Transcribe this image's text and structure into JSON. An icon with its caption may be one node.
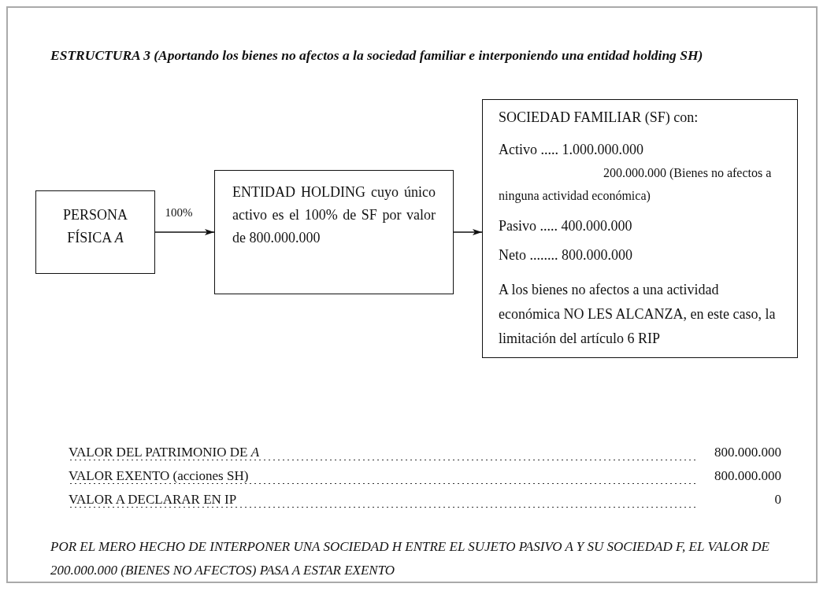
{
  "diagram": {
    "title": "ESTRUCTURA 3 (Aportando los bienes no afectos a la sociedad familiar e interponiendo una entidad holding SH)",
    "nodes": [
      {
        "text": [
          "PERSONA FÍSICA *A*"
        ]
      },
      {
        "text": [
          "ENTIDAD HOLDING cuyo único activo es el 100% de SF por valor de 800.000.000"
        ]
      },
      {
        "text": [
          "SOCIEDAD FAMILIAR (SF) con:",
          "Activo ..... 1.000.000.000",
          "200.000.000 (Bienes no afectos a ninguna actividad económica)",
          "Pasivo ..... 400.000.000",
          "Neto ........ 800.000.000",
          "A los bienes no afectos a una actividad económica NO LES ALCANZA, en este caso, la limitación del artículo 6 RIP"
        ]
      }
    ],
    "edges": [
      {
        "from": 0,
        "to": 1,
        "arrow": "to",
        "label": "100%"
      },
      {
        "from": 1,
        "to": 2,
        "arrow": "to"
      }
    ],
    "labels": [
      "VALOR DEL PATRIMONIO DE *A*",
      "800.000.000",
      "VALOR EXENTO (acciones SH)",
      "800.000.000",
      "VALOR A DECLARAR EN IP",
      "0"
    ],
    "caption": "POR EL MERO HECHO DE INTERPONER UNA SOCIEDAD H ENTRE EL SUJETO PASIVO A Y SU SOCIEDAD F, EL VALOR DE 200.000.000 (BIENES NO AFECTOS) PASA A ESTAR EXENTO"
  }
}
